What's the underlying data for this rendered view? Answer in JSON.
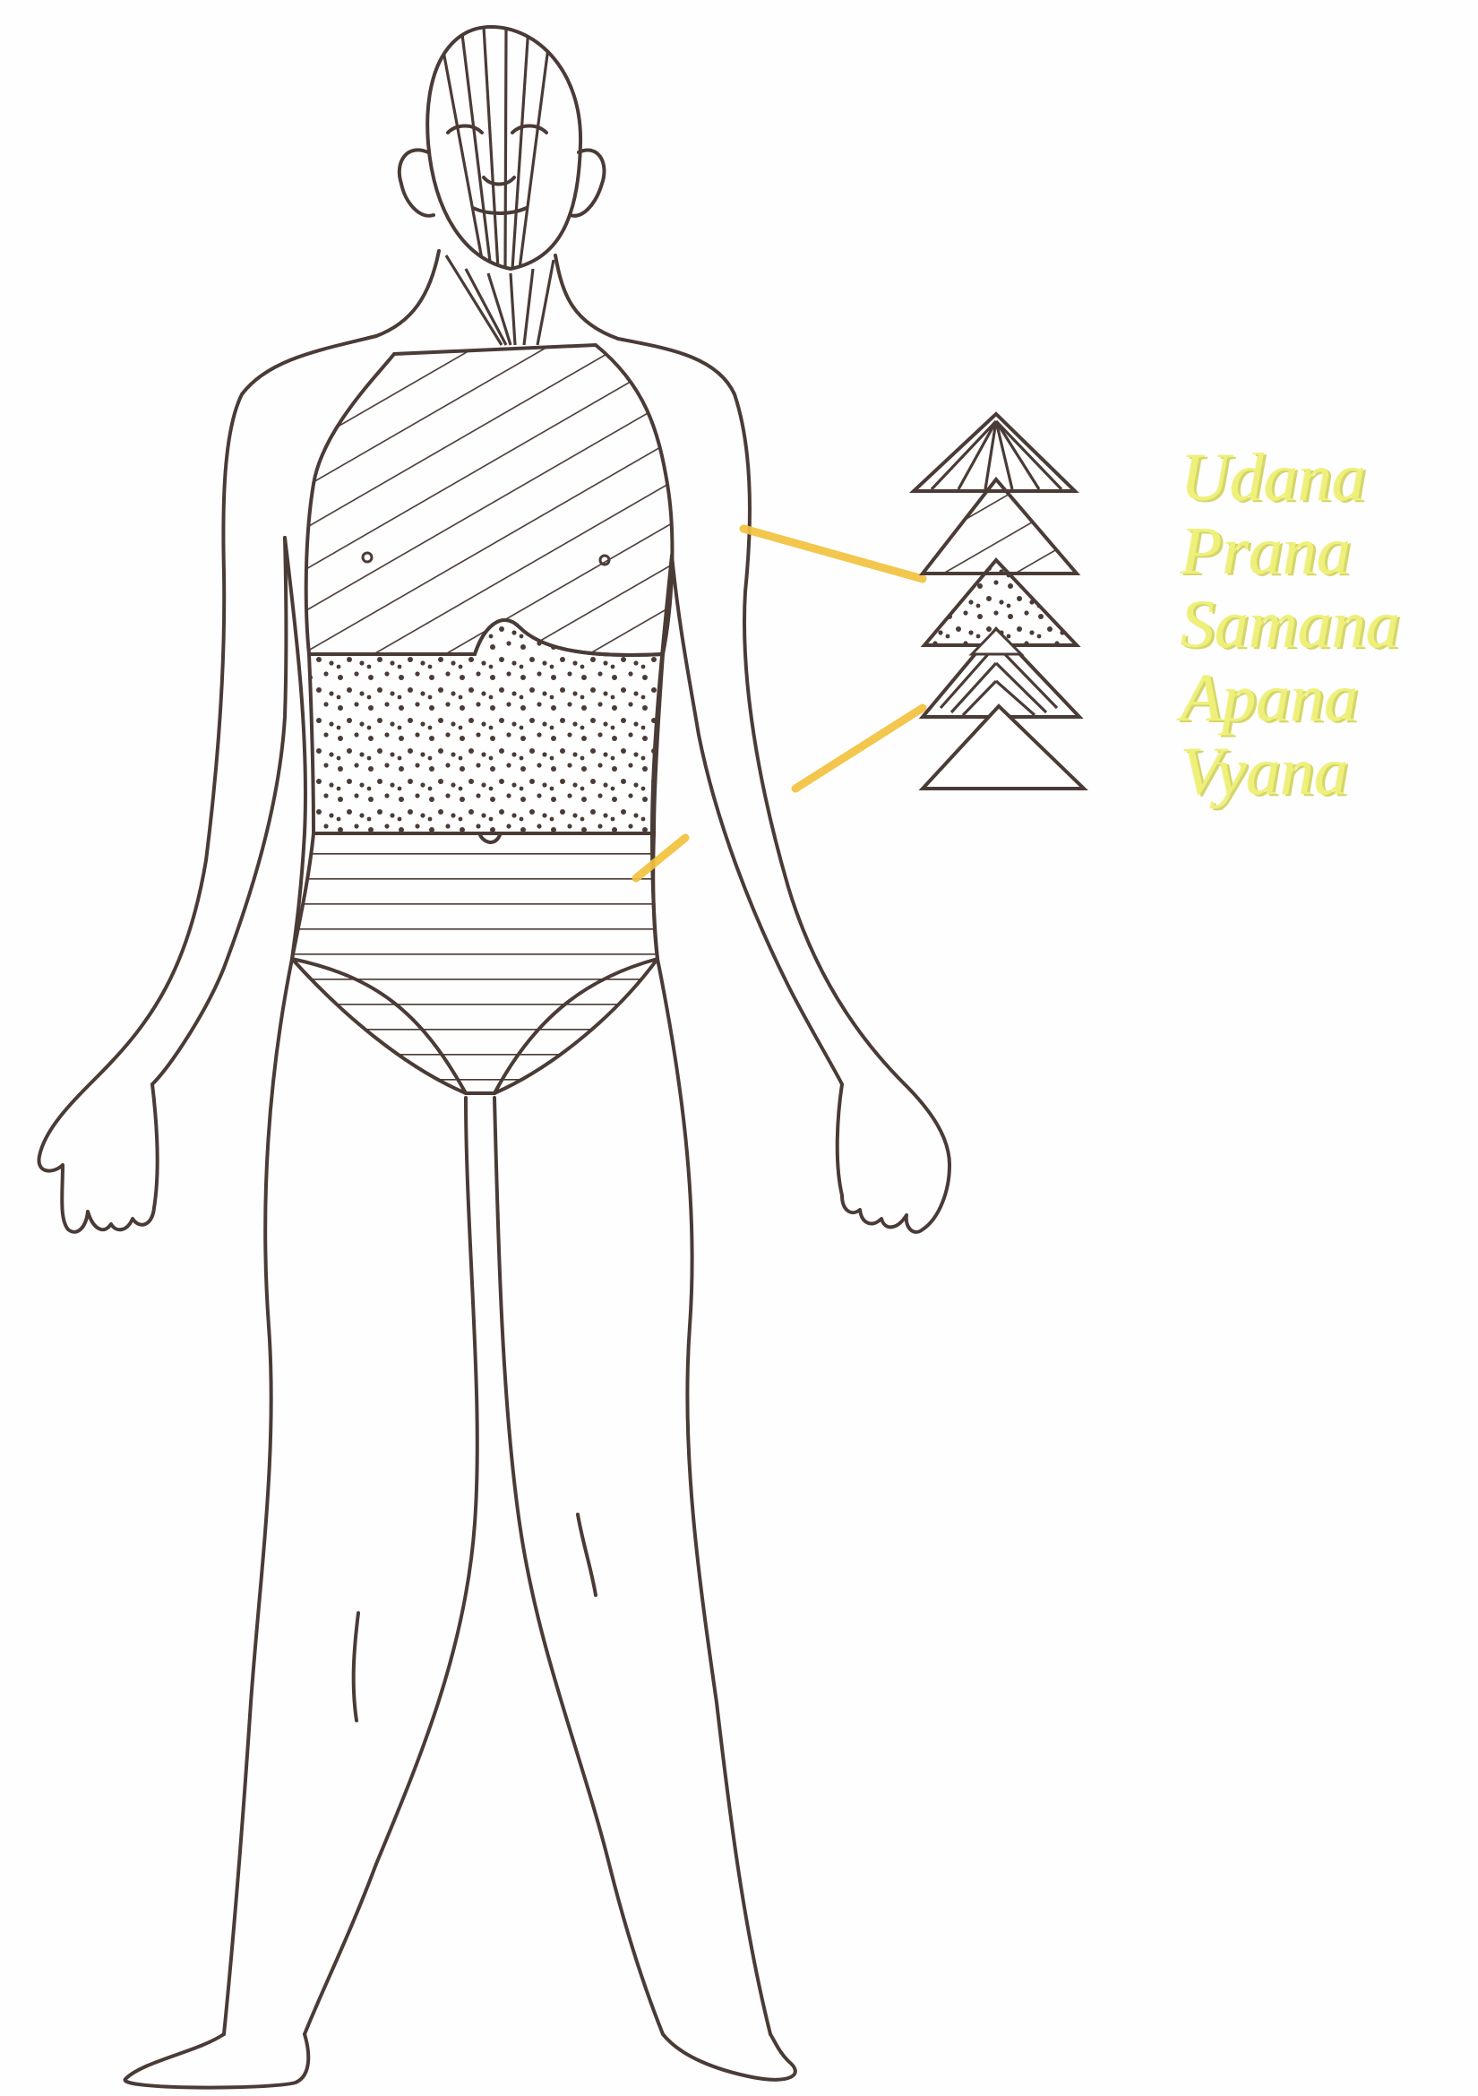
{
  "legend": {
    "items": [
      {
        "label": "Udana",
        "pattern": "radial-lines"
      },
      {
        "label": "Prana",
        "pattern": "diagonal-hatch"
      },
      {
        "label": "Samana",
        "pattern": "dots"
      },
      {
        "label": "Apana",
        "pattern": "chevron-lines"
      },
      {
        "label": "Vyana",
        "pattern": "plain"
      }
    ]
  },
  "colors": {
    "ink": "#4a3b36",
    "label_text": "#eef07a",
    "connector": "#f3c23f",
    "background": "#fefefe"
  }
}
